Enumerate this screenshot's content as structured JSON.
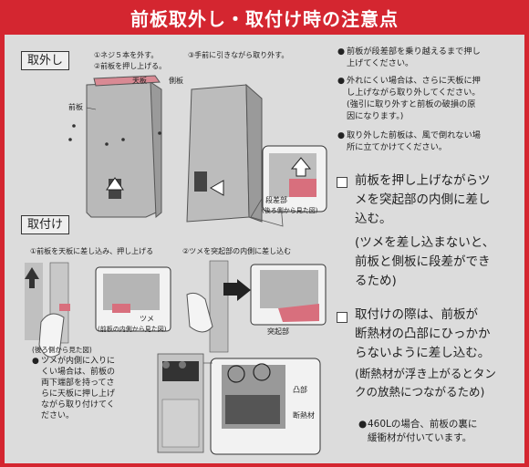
{
  "title": "前板取外し・取付け時の注意点",
  "removal": {
    "label": "取外し",
    "step1": "①ネジ５本を外す。",
    "step2": "②前板を押し上げる。",
    "step3": "③手前に引きながら取り外す。",
    "top_panel": "天板",
    "side_panel": "側板",
    "front_panel": "前板",
    "step_part": "段差部",
    "view_from_back": "(後ろ側から見た図)"
  },
  "install": {
    "label": "取付け",
    "step1": "①前板を天板に差し込み、押し上げる",
    "step2": "②ツメを突起部の内側に差し込む",
    "claw": "ツメ",
    "view_from_front_inside": "(前板の内側から見た図)",
    "protrusion": "突起部",
    "view_from_back": "(後ろ側から見た図)",
    "bullet_claw": "ツメが内側に入りに\nくい場合は、前板の\n両下端部を持ってさ\nらに天板に押し上げ\nながら取り付けてく\nださい。",
    "convex": "凸部",
    "insulation": "断熱材"
  },
  "notes_top": [
    "前板が段差部を乗り越えるまで押し\n上げてください。",
    "外れにくい場合は、さらに天板に押\nし上げながら取り外してください。\n(強引に取り外すと前板の破損の原\n因になります。)",
    "取り外した前板は、風で倒れない場\n所に立てかけてください。"
  ],
  "check1": "前板を押し上げながらツ\nメを突起部の内側に差し\n込む。",
  "check1_sub": "(ツメを差し込まないと、\n前板と側板に段差ができ\nるため)",
  "check2": "取付けの際は、前板が\n断熱材の凸部にひっかか\nらないように差し込む。",
  "check2_sub": "(断熱材が浮き上がるとタン\nクの放熱につながるため)",
  "note_460": "460Lの場合、前板の裏に\n緩衝材が付いています。",
  "colors": {
    "banner": "#d42630",
    "panel": "#dcdcdc",
    "accent": "#d84a5a"
  }
}
